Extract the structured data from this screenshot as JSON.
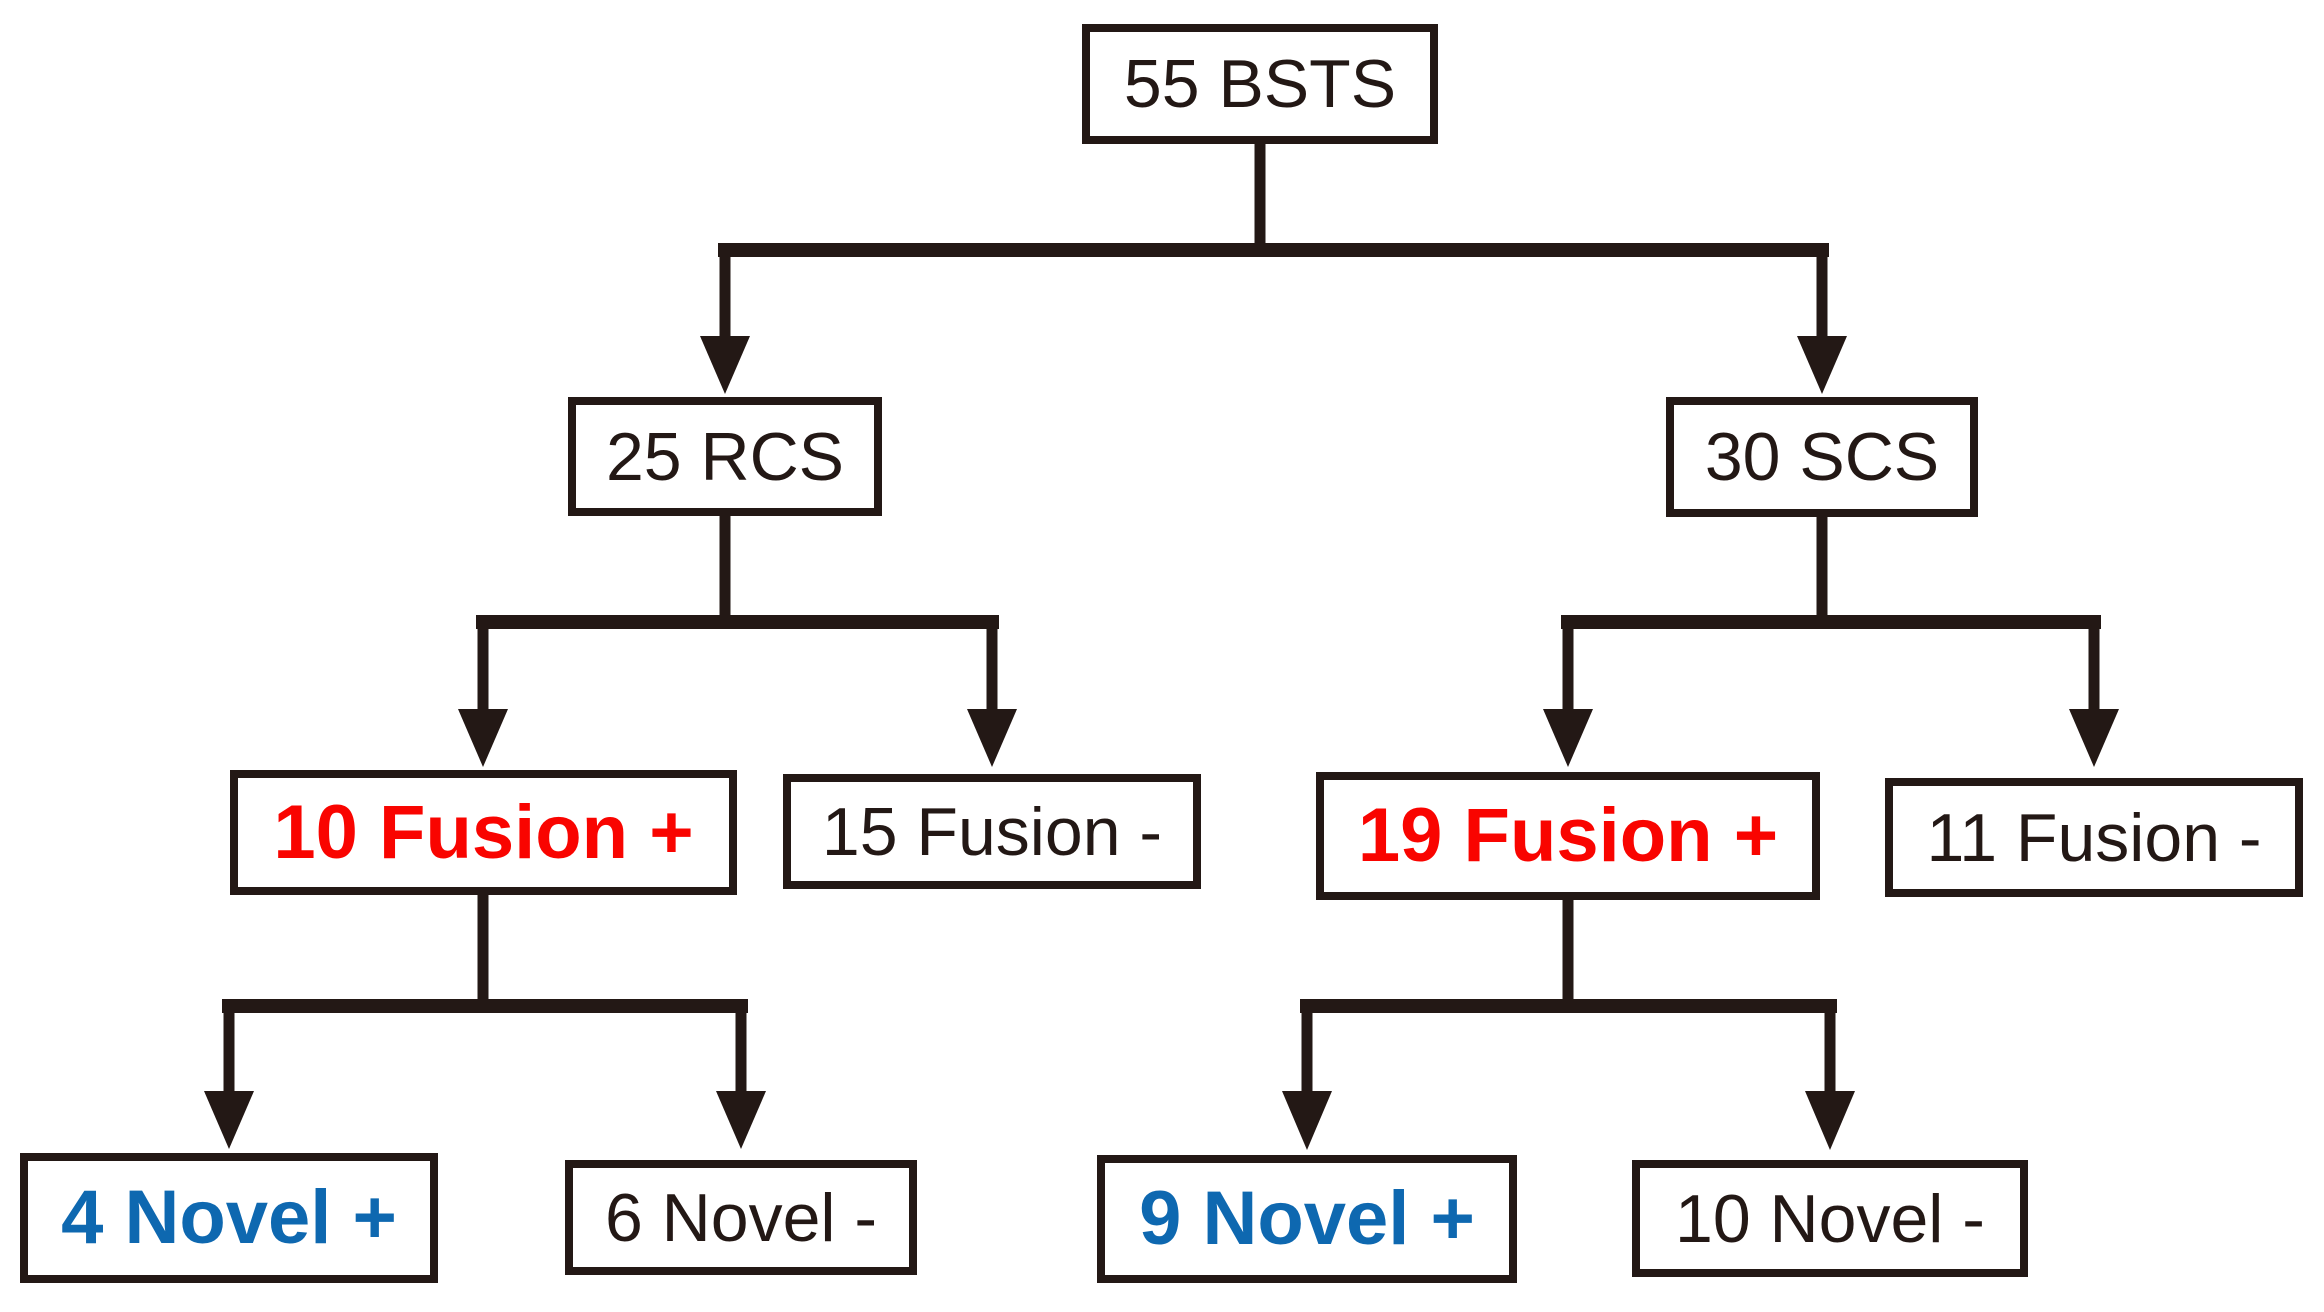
{
  "palette": {
    "line": "#231815",
    "box_border": "#231815",
    "box_bg": "#ffffff",
    "text_default": "#231815",
    "fusion_positive": "#f90400",
    "novel_positive": "#0e68b0"
  },
  "nodes": {
    "bsts": {
      "label": "55 BSTS",
      "count": 55,
      "emphasis": "none"
    },
    "rcs": {
      "label": "25 RCS",
      "count": 25,
      "emphasis": "none"
    },
    "scs": {
      "label": "30 SCS",
      "count": 30,
      "emphasis": "none"
    },
    "fusion_pos_rcs": {
      "label": "10 Fusion +",
      "count": 10,
      "emphasis": "red-bold"
    },
    "fusion_neg_rcs": {
      "label": "15 Fusion -",
      "count": 15,
      "emphasis": "none"
    },
    "fusion_pos_scs": {
      "label": "19 Fusion +",
      "count": 19,
      "emphasis": "red-bold"
    },
    "fusion_neg_scs": {
      "label": "11 Fusion -",
      "count": 11,
      "emphasis": "none"
    },
    "novel_pos_rcs": {
      "label": "4 Novel +",
      "count": 4,
      "emphasis": "blue-bold"
    },
    "novel_neg_rcs": {
      "label": "6 Novel -",
      "count": 6,
      "emphasis": "none"
    },
    "novel_pos_scs": {
      "label": "9 Novel +",
      "count": 9,
      "emphasis": "blue-bold"
    },
    "novel_neg_scs": {
      "label": "10 Novel -",
      "count": 10,
      "emphasis": "none"
    }
  },
  "edges": [
    {
      "from": "bsts",
      "to": "rcs"
    },
    {
      "from": "bsts",
      "to": "scs"
    },
    {
      "from": "rcs",
      "to": "fusion_pos_rcs"
    },
    {
      "from": "rcs",
      "to": "fusion_neg_rcs"
    },
    {
      "from": "scs",
      "to": "fusion_pos_scs"
    },
    {
      "from": "scs",
      "to": "fusion_neg_scs"
    },
    {
      "from": "fusion_pos_rcs",
      "to": "novel_pos_rcs"
    },
    {
      "from": "fusion_pos_rcs",
      "to": "novel_neg_rcs"
    },
    {
      "from": "fusion_pos_scs",
      "to": "novel_pos_scs"
    },
    {
      "from": "fusion_pos_scs",
      "to": "novel_neg_scs"
    }
  ]
}
